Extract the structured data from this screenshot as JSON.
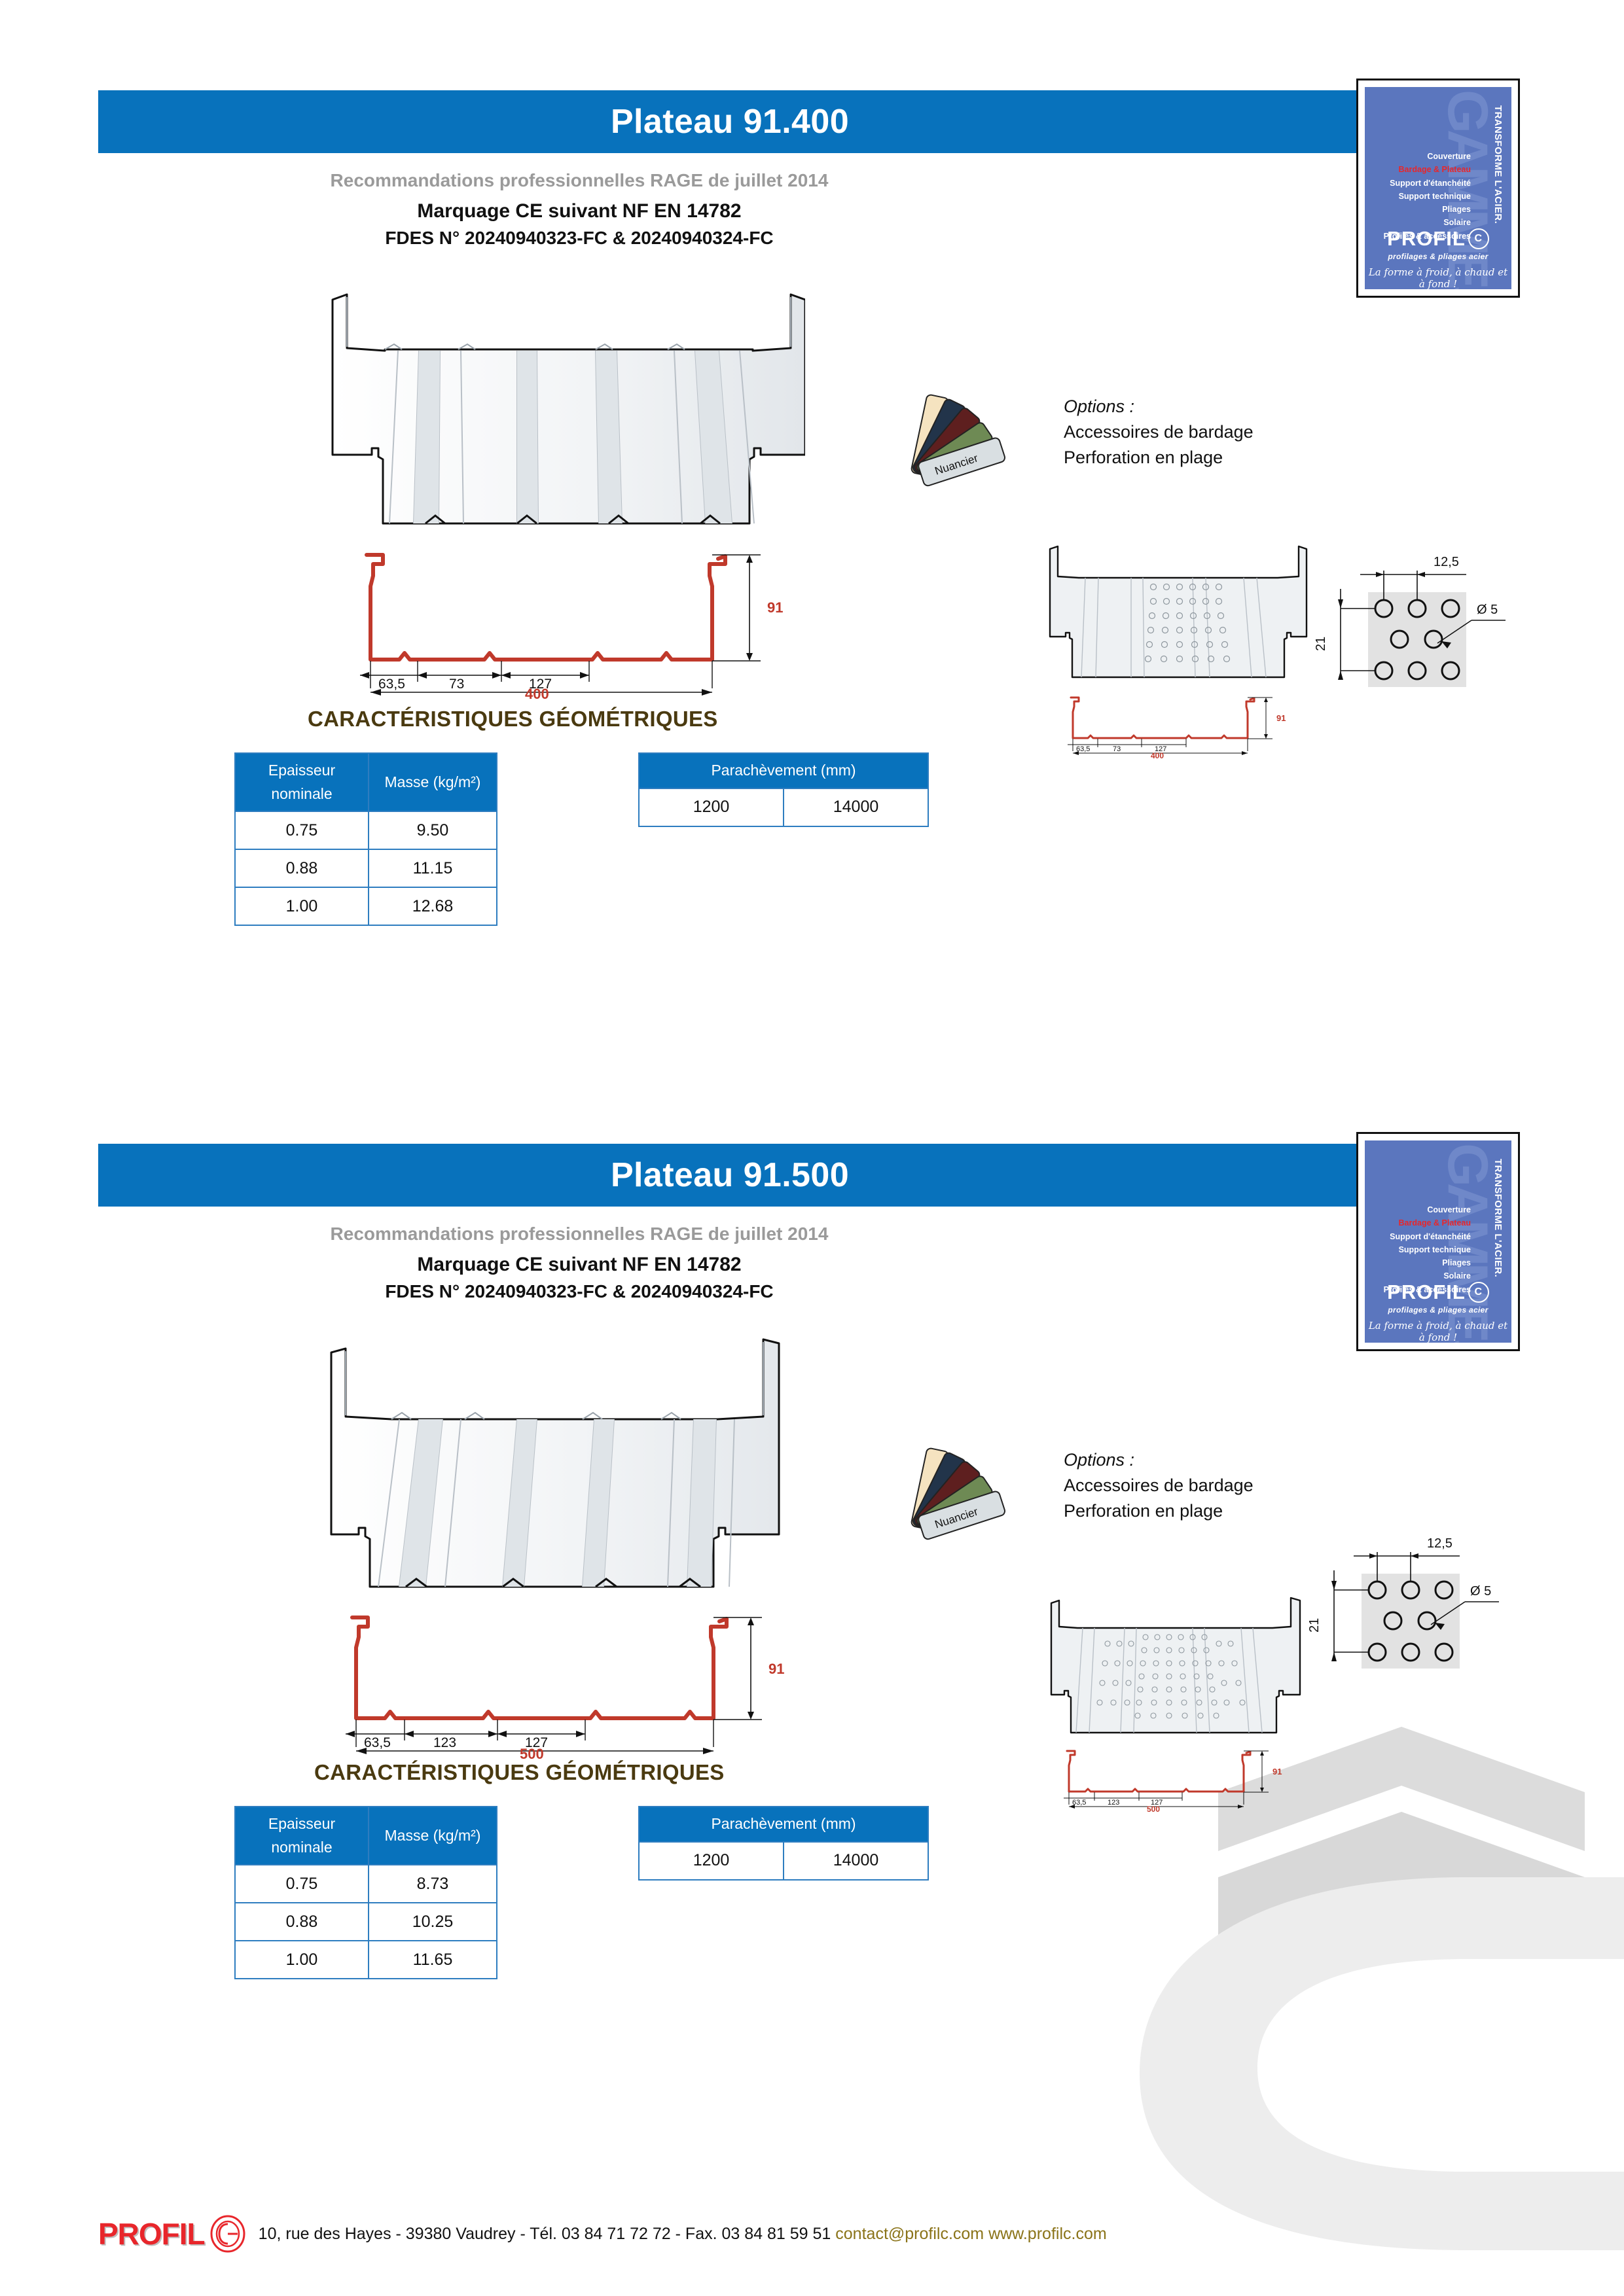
{
  "colors": {
    "brand_blue": "#0872BC",
    "profile_red": "#C0392B",
    "heading_brown": "#4a3a10",
    "logo_purple": "#5B76BE",
    "accent_red": "#E8262B",
    "gray_subtitle": "#9a9a9a",
    "link_olive": "#8a7318"
  },
  "sections": [
    {
      "title": "Plateau 91.400",
      "subtitle_gray": "Recommandations professionnelles RAGE de juillet 2014",
      "subtitle_bold_1": "Marquage CE suivant NF EN 14782",
      "subtitle_bold_2": "FDES N° 20240940323-FC & 20240940324-FC",
      "options": {
        "title": "Options :",
        "line1": "Accessoires de bardage",
        "line2": "Perforation en plage",
        "swatch_label": "Nuancier"
      },
      "profile": {
        "height": "91",
        "total_width": "400",
        "seg1": "63,5",
        "seg2": "73",
        "seg3": "127"
      },
      "perforation": {
        "pitch_h": "12,5",
        "pitch_v": "21",
        "hole_dia": "Ø 5"
      },
      "geo_title": "CARACTÉRISTIQUES GÉOMÉTRIQUES",
      "table_mass": {
        "header_col1": "Epaisseur nominale",
        "header_col2": "Masse (kg/m²)",
        "rows": [
          {
            "epaisseur": "0.75",
            "masse": "9.50"
          },
          {
            "epaisseur": "0.88",
            "masse": "11.15"
          },
          {
            "epaisseur": "1.00",
            "masse": "12.68"
          }
        ]
      },
      "table_parachevement": {
        "header": "Parachèvement (mm)",
        "values": [
          "1200",
          "14000"
        ]
      }
    },
    {
      "title": "Plateau 91.500",
      "subtitle_gray": "Recommandations professionnelles RAGE de juillet 2014",
      "subtitle_bold_1": "Marquage CE suivant NF EN 14782",
      "subtitle_bold_2": "FDES N° 20240940323-FC & 20240940324-FC",
      "options": {
        "title": "Options :",
        "line1": "Accessoires de bardage",
        "line2": "Perforation en plage",
        "swatch_label": "Nuancier"
      },
      "profile": {
        "height": "91",
        "total_width": "500",
        "seg1": "63,5",
        "seg2": "123",
        "seg3": "127"
      },
      "perforation": {
        "pitch_h": "12,5",
        "pitch_v": "21",
        "hole_dia": "Ø 5"
      },
      "geo_title": "CARACTÉRISTIQUES GÉOMÉTRIQUES",
      "table_mass": {
        "header_col1": "Epaisseur nominale",
        "header_col2": "Masse (kg/m²)",
        "rows": [
          {
            "epaisseur": "0.75",
            "masse": "8.73"
          },
          {
            "epaisseur": "0.88",
            "masse": "10.25"
          },
          {
            "epaisseur": "1.00",
            "masse": "11.65"
          }
        ]
      },
      "table_parachevement": {
        "header": "Parachèvement (mm)",
        "values": [
          "1200",
          "14000"
        ]
      }
    }
  ],
  "catalog_logo": {
    "gammes": "GAMMES",
    "transforme": "TRANSFORME L'ACIER.",
    "items": [
      "Couverture",
      "Bardage & Plateau",
      "Support d'étanchéité",
      "Support technique",
      "Pliages",
      "Solaire",
      "Profilés & accessoires"
    ],
    "highlight_index": 1,
    "brand": "PROFIL",
    "brand_sub": "profilages & pliages acier",
    "script": "La forme à froid, à chaud et à fond !"
  },
  "footer": {
    "brand": "PROFIL",
    "address": "10, rue des Hayes - 39380 Vaudrey - Tél. 03 84 71 72 72 - Fax. 03 84 81 59 51",
    "email": "contact@profilc.com",
    "website": "www.profilc.com"
  }
}
